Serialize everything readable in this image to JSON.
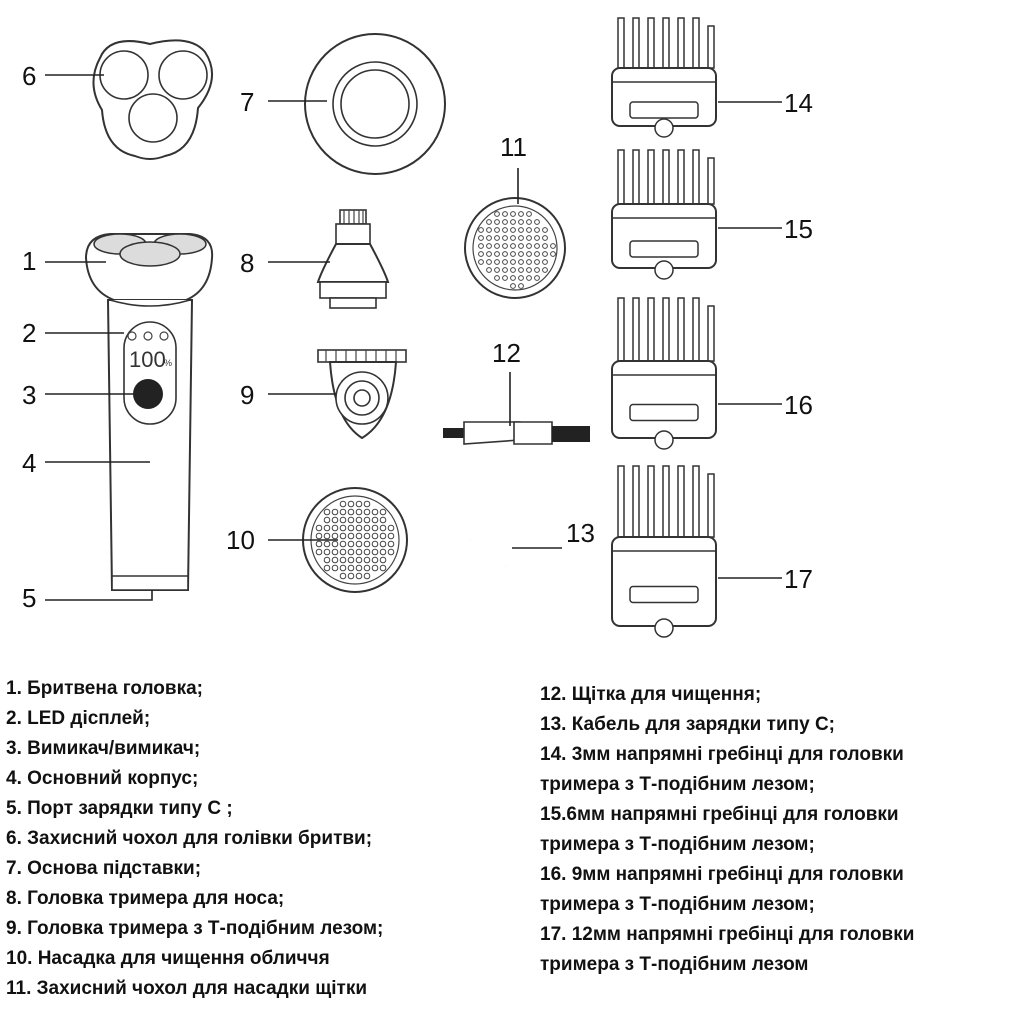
{
  "callouts": [
    "1",
    "2",
    "3",
    "4",
    "5",
    "6",
    "7",
    "8",
    "9",
    "10",
    "11",
    "12",
    "13",
    "14",
    "15",
    "16",
    "17"
  ],
  "display": {
    "reading": "100",
    "unit": "%"
  },
  "legend": {
    "left": [
      "1. Бритвена головка;",
      "2. LED дісплей;",
      "3. Вимикач/вимикач;",
      "4. Основний корпус;",
      "5. Порт зарядки типу С ;",
      "6. Захисний чохол для голівки бритви;",
      "7. Основа підставки;",
      "8. Головка тримера для носа;",
      "9. Головка тримера з Т-подібним лезом;",
      "10. Насадка для чищення обличчя",
      "11. Захисний чохол для насадки щітки"
    ],
    "right": [
      "12. Щітка для чищення;",
      "13. Кабель для зарядки типу С;",
      "14. 3мм напрямні гребінці для головки",
      "тримера з Т-подібним лезом;",
      "15.6мм напрямні гребінці для головки",
      "тримера з Т-подібним лезом;",
      "16. 9мм напрямні гребінці для головки",
      "тримера з Т-подібним лезом;",
      "17. 12мм напрямні гребінці для головки",
      " тримера з Т-подібним лезом"
    ]
  }
}
